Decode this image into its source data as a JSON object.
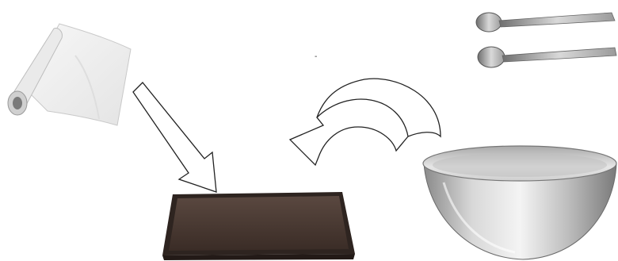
{
  "scene": {
    "stray_mark": "-",
    "items": [
      {
        "name": "parchment-paper-roll-icon",
        "role": "source"
      },
      {
        "name": "baking-tray-icon",
        "role": "target"
      },
      {
        "name": "metal-mixing-bowl-icon",
        "role": "source"
      },
      {
        "name": "measuring-spoons-icon",
        "role": "utensil"
      }
    ],
    "arrows": [
      {
        "name": "arrow-paper-to-tray",
        "from": "parchment-paper-roll",
        "to": "baking-tray",
        "style": "straight"
      },
      {
        "name": "arrow-bowl-to-tray",
        "from": "metal-mixing-bowl",
        "to": "baking-tray",
        "style": "curved"
      }
    ]
  },
  "colors": {
    "background": "#ffffff",
    "arrow_stroke": "#222222",
    "tray": "#4a3a33",
    "tray_rim": "#2e2420",
    "bowl_metal": "#c8c8c8",
    "paper": "#f2f2f2"
  }
}
